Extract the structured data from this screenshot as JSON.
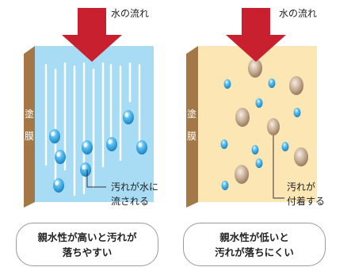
{
  "left_panel": {
    "flow_label": "水の流れ",
    "coating_label": [
      "塗",
      "膜"
    ],
    "callout_label": [
      "汚れが水に",
      "流される"
    ],
    "caption": [
      "親水性が高いと汚れが",
      "落ちやすい"
    ],
    "surface_color": "#a8dcf4",
    "streak_color": "#ffffff"
  },
  "right_panel": {
    "flow_label": "水の流れ",
    "coating_label": [
      "塗",
      "膜"
    ],
    "callout_label": [
      "汚れが",
      "付着する"
    ],
    "caption": [
      "親水性が低いと",
      "汚れが落ちにくい"
    ],
    "surface_color": "#fbe6b4"
  },
  "colors": {
    "arrow": "#c8202f",
    "coating_side": "#a37846",
    "droplet": "#1f9ad8",
    "dirt": "#a98a70"
  },
  "icons": [
    "water-flow-arrow-icon",
    "water-droplet-icon",
    "dirt-spot-icon"
  ]
}
